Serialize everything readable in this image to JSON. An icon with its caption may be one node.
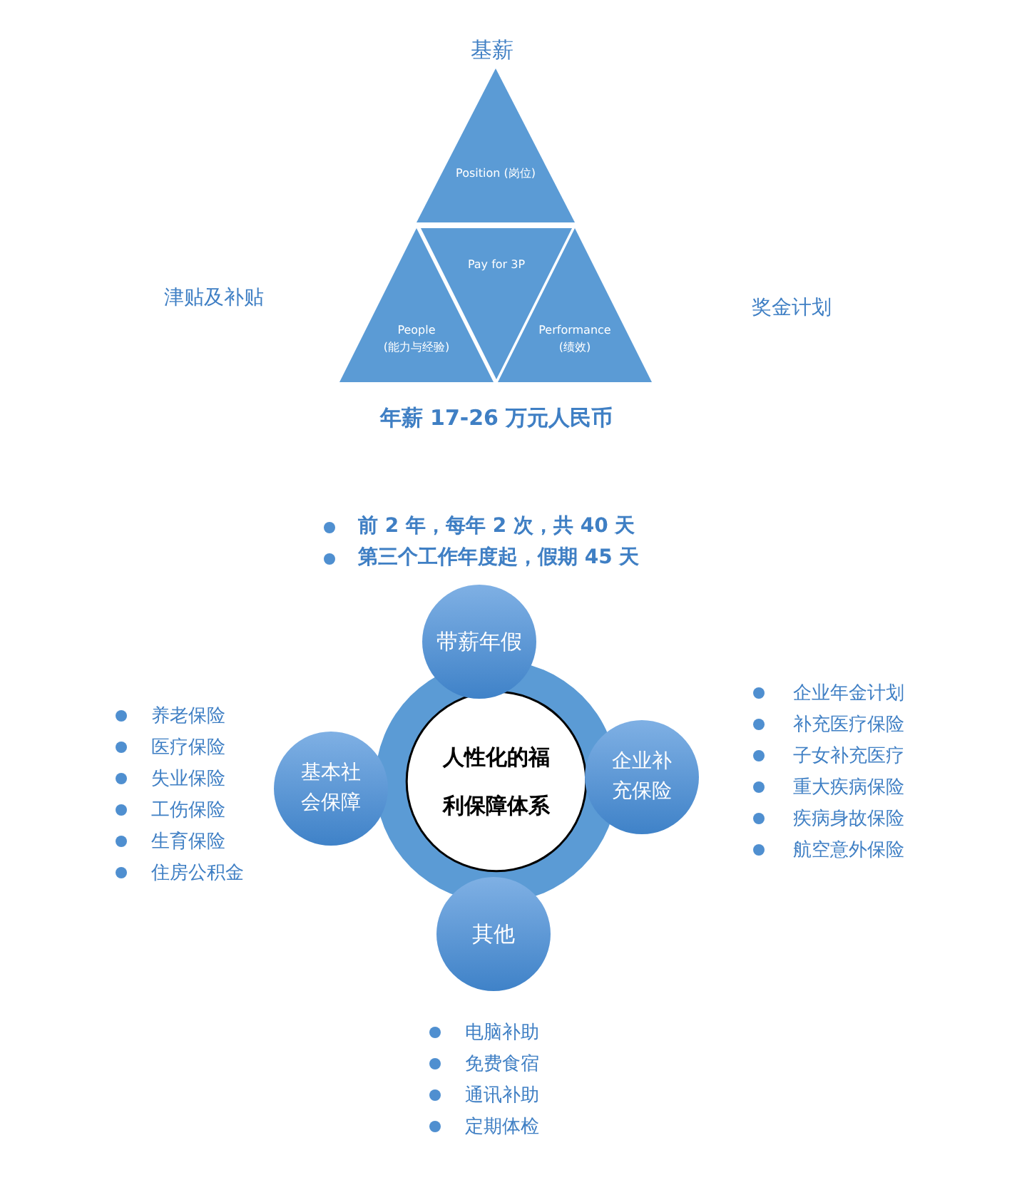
{
  "diagram": {
    "nodes": [
      {
        "text": [
          "Position (岗位)"
        ],
        "beside": [
          "基薪"
        ]
      },
      {
        "text": [
          "Pay for 3P"
        ]
      },
      {
        "text": [
          "People (能力与经验)"
        ]
      },
      {
        "text": [
          "Performance (绩效)"
        ]
      },
      {
        "text": [
          "人性化的福利保障体系"
        ]
      },
      {
        "text": [
          "带薪年假"
        ],
        "beside": [
          "前 2 年，每年 2 次，共 40 天",
          "第三个工作年度起，假期 45 天"
        ]
      },
      {
        "text": [
          "基本社会保障"
        ],
        "beside": [
          "养老保险",
          "医疗保险",
          "失业保险",
          "工伤保险",
          "生育保险",
          "住房公积金"
        ]
      },
      {
        "text": [
          "企业补充保险"
        ],
        "beside": [
          "企业年金计划",
          "补充医疗保险",
          "子女补充医疗",
          "重大疾病保险",
          "疾病身故保险",
          "航空意外保险"
        ]
      },
      {
        "text": [
          "其他"
        ],
        "beside": [
          "电脑补助",
          "免费食宿",
          "通讯补助",
          "定期体检"
        ]
      }
    ],
    "edges": [],
    "labels": [
      "津贴及补贴",
      "奖金计划",
      "年薪 17-26 万元人民币"
    ]
  }
}
